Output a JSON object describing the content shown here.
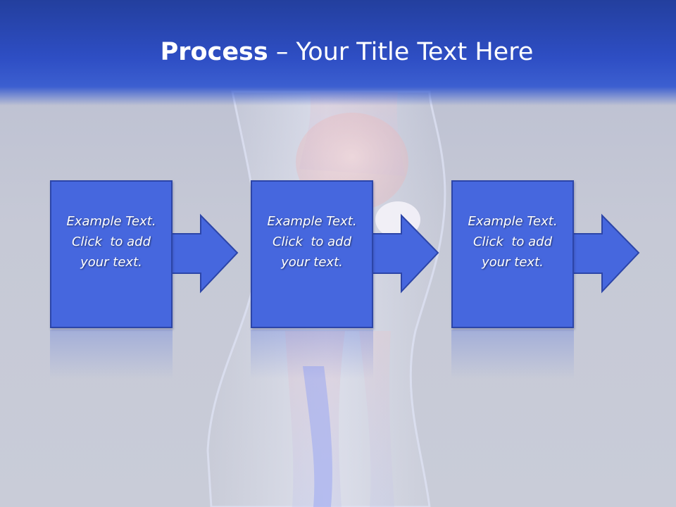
{
  "title": {
    "bold": "Process",
    "rest": " – Your Title Text Here"
  },
  "steps": [
    {
      "line1": "Example Text.",
      "line2": "Click  to add",
      "line3": "your text."
    },
    {
      "line1": "Example Text.",
      "line2": "Click  to add",
      "line3": "your text."
    },
    {
      "line1": "Example Text.",
      "line2": "Click  to add",
      "line3": "your text."
    }
  ],
  "colors": {
    "header": "#2e4ec4",
    "box_fill": "#4667de",
    "box_border": "#2c45a8",
    "background": "#c6c9d6"
  },
  "icons": [
    "right-arrow-icon",
    "right-arrow-icon",
    "right-arrow-icon"
  ]
}
